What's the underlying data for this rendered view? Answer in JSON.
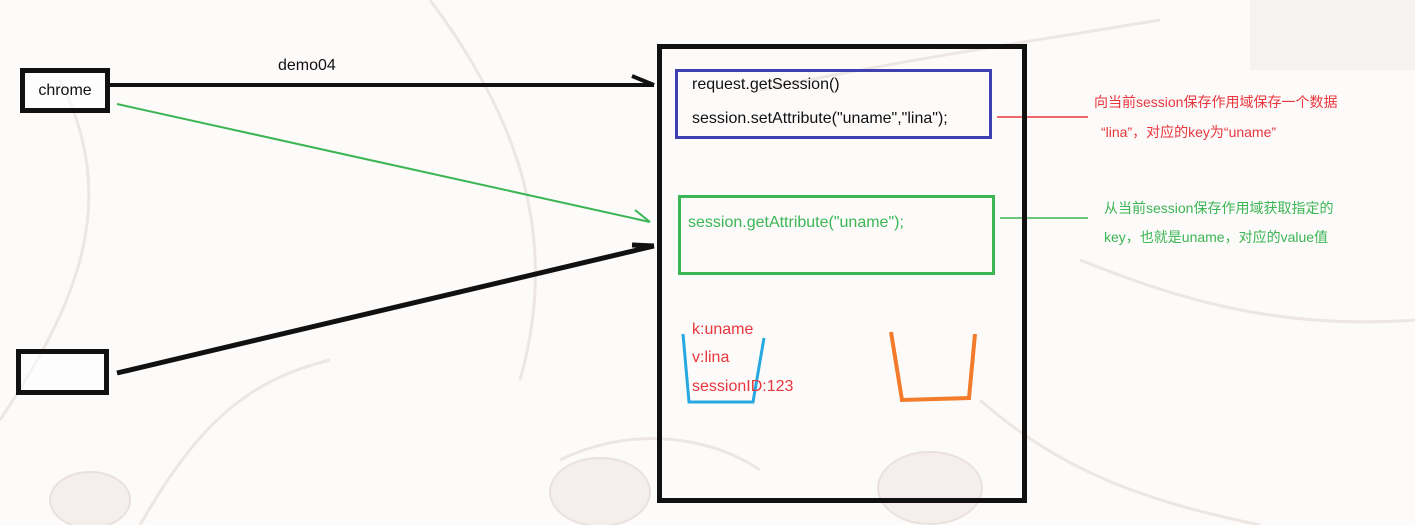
{
  "colors": {
    "black": "#111111",
    "blue_box": "#3f3fb0",
    "green": "#3cb554",
    "red": "#e8363c",
    "cyan_bucket": "#27a8e0",
    "orange_bucket": "#f27c2c"
  },
  "clients": {
    "first_label": "chrome",
    "second_label": ""
  },
  "arrows": {
    "request_label": "demo04"
  },
  "server": {
    "set_box": {
      "line1": "request.getSession()",
      "line2": "session.setAttribute(\"uname\",\"lina\");"
    },
    "get_box": {
      "line1": "session.getAttribute(\"uname\");"
    },
    "store": {
      "key_text": "k:uname",
      "value_text": "v:lina",
      "id_text": "sessionID:123"
    }
  },
  "notes": {
    "set_note_line1": "向当前session保存作用域保存一个数据",
    "set_note_line2": "“lina”，对应的key为“uname”",
    "get_note_line1": "从当前session保存作用域获取指定的",
    "get_note_line2": "key，也就是uname，对应的value值"
  }
}
